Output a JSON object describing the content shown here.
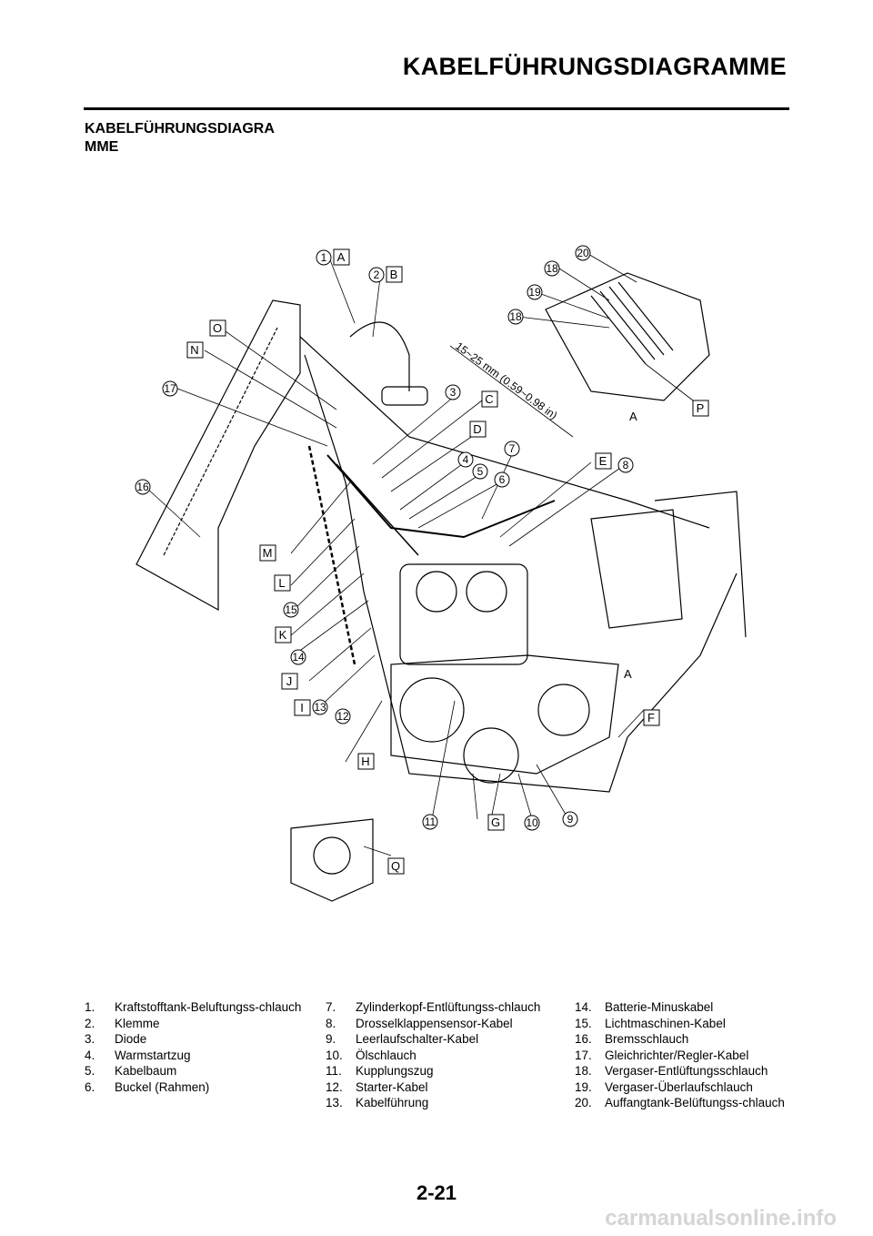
{
  "header": {
    "title": "KABELFÜHRUNGSDIAGRAMME"
  },
  "section": {
    "title_line1": "KABELFÜHRUNGSDIAGRA",
    "title_line2": "MME"
  },
  "diagram": {
    "dimension_note": "15~25 mm (0.59~0.98 in)",
    "callouts": [
      "1",
      "2",
      "3",
      "4",
      "5",
      "6",
      "7",
      "8",
      "9",
      "10",
      "11",
      "12",
      "13",
      "14",
      "15",
      "16",
      "17",
      "18",
      "19",
      "20"
    ],
    "boxes": [
      "A",
      "B",
      "C",
      "D",
      "E",
      "F",
      "G",
      "H",
      "I",
      "J",
      "K",
      "L",
      "M",
      "N",
      "O",
      "P",
      "Q"
    ]
  },
  "legend": {
    "col1": [
      {
        "num": "1.",
        "text": "Kraftstofftank-Beluftungss-chlauch"
      },
      {
        "num": "2.",
        "text": "Klemme"
      },
      {
        "num": "3.",
        "text": "Diode"
      },
      {
        "num": "4.",
        "text": "Warmstartzug"
      },
      {
        "num": "5.",
        "text": "Kabelbaum"
      },
      {
        "num": "6.",
        "text": "Buckel (Rahmen)"
      }
    ],
    "col2": [
      {
        "num": "7.",
        "text": "Zylinderkopf-Entlüftungss-chlauch"
      },
      {
        "num": "8.",
        "text": "Drosselklappensensor-Kabel"
      },
      {
        "num": "9.",
        "text": "Leerlaufschalter-Kabel"
      },
      {
        "num": "10.",
        "text": "Ölschlauch"
      },
      {
        "num": "11.",
        "text": "Kupplungszug"
      },
      {
        "num": "12.",
        "text": "Starter-Kabel"
      },
      {
        "num": "13.",
        "text": "Kabelführung"
      }
    ],
    "col3": [
      {
        "num": "14.",
        "text": "Batterie-Minuskabel"
      },
      {
        "num": "15.",
        "text": "Lichtmaschinen-Kabel"
      },
      {
        "num": "16.",
        "text": "Bremsschlauch"
      },
      {
        "num": "17.",
        "text": "Gleichrichter/Regler-Kabel"
      },
      {
        "num": "18.",
        "text": "Vergaser-Entlüftungsschlauch"
      },
      {
        "num": "19.",
        "text": "Vergaser-Überlaufschlauch"
      },
      {
        "num": "20.",
        "text": "Auffangtank-Belüftungss-chlauch"
      }
    ]
  },
  "footer": {
    "page_number": "2-21",
    "watermark": "carmanualsonline.info"
  }
}
